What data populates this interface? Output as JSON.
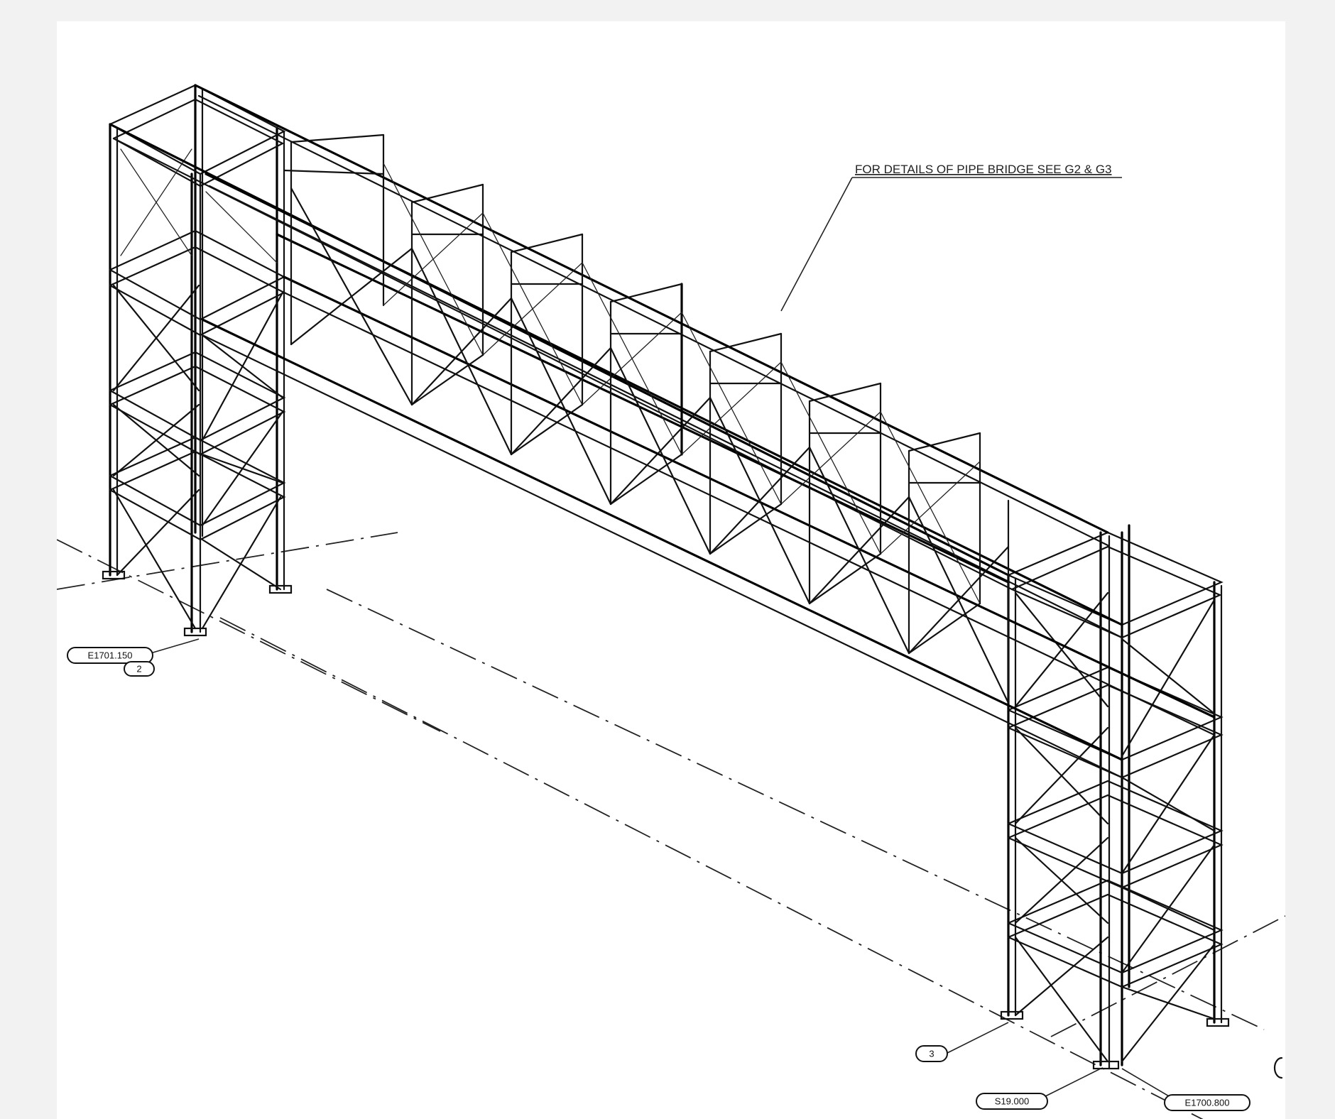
{
  "note": {
    "text": "FOR DETAILS OF PIPE BRIDGE SEE G2 & G3"
  },
  "tags": {
    "left_elevation": "E1701.150",
    "left_grid": "2",
    "right_grid": "3",
    "right_bottom_left": "S19.000",
    "right_bottom_right": "E1700.800"
  }
}
